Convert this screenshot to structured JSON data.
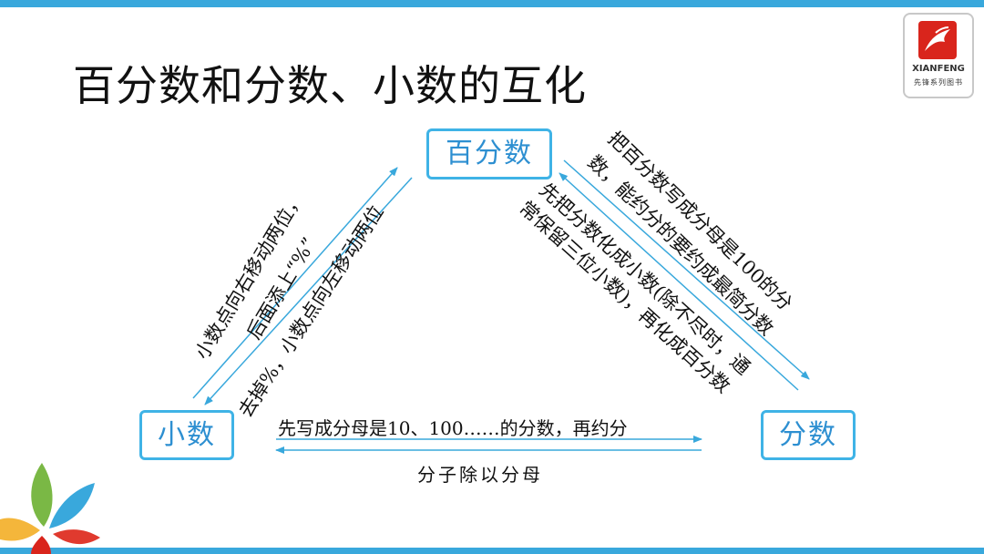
{
  "title": "百分数和分数、小数的互化",
  "logo": {
    "brand_en": "XIANFENG",
    "brand_cn": "先锋系列图书",
    "colors": {
      "red": "#d9251c"
    }
  },
  "nodes": {
    "percent": "百分数",
    "decimal": "小数",
    "fraction": "分数"
  },
  "labels": {
    "dec_to_pct_line1": "小数点向右移动两位，",
    "dec_to_pct_line2": "后面添上“%”",
    "pct_to_dec": "去掉%，小数点向左移动两位",
    "pct_to_frac_line1": "把百分数写成分母是100的分",
    "pct_to_frac_line2": "数，能约分的要约成最简分数",
    "frac_to_pct_line1": "先把分数化成小数(除不尽时，通",
    "frac_to_pct_line2": "常保留三位小数)，再化成百分数",
    "dec_to_frac": "先写成分母是10、100……的分数，再约分",
    "frac_to_dec": "分子除以分母"
  },
  "colors": {
    "accent": "#39a8dc",
    "box_border": "#3fb3e6",
    "box_text": "#2d8fd1"
  }
}
